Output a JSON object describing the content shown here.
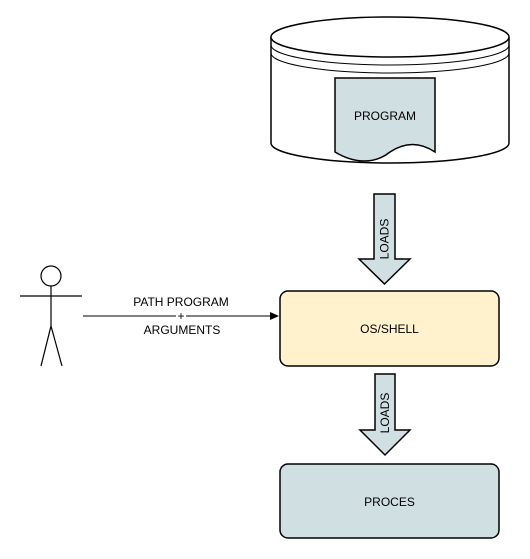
{
  "diagram": {
    "storage": {
      "document_label": "PROGRAM"
    },
    "arrow_top": {
      "label": "LOADS"
    },
    "os_shell": {
      "label": "OS/SHELL"
    },
    "arrow_bottom": {
      "label": "LOADS"
    },
    "process": {
      "label": "PROCES"
    },
    "user_edge": {
      "line1": "PATH PROGRAM",
      "line2": "+",
      "line3": "ARGUMENTS"
    }
  },
  "colors": {
    "storage_fill": "#ffffff",
    "document_fill": "#d0dfe2",
    "arrow_fill": "#d0dfe2",
    "os_shell_fill": "#fff2cc",
    "process_fill": "#d0dfe2",
    "stroke": "#000000"
  }
}
